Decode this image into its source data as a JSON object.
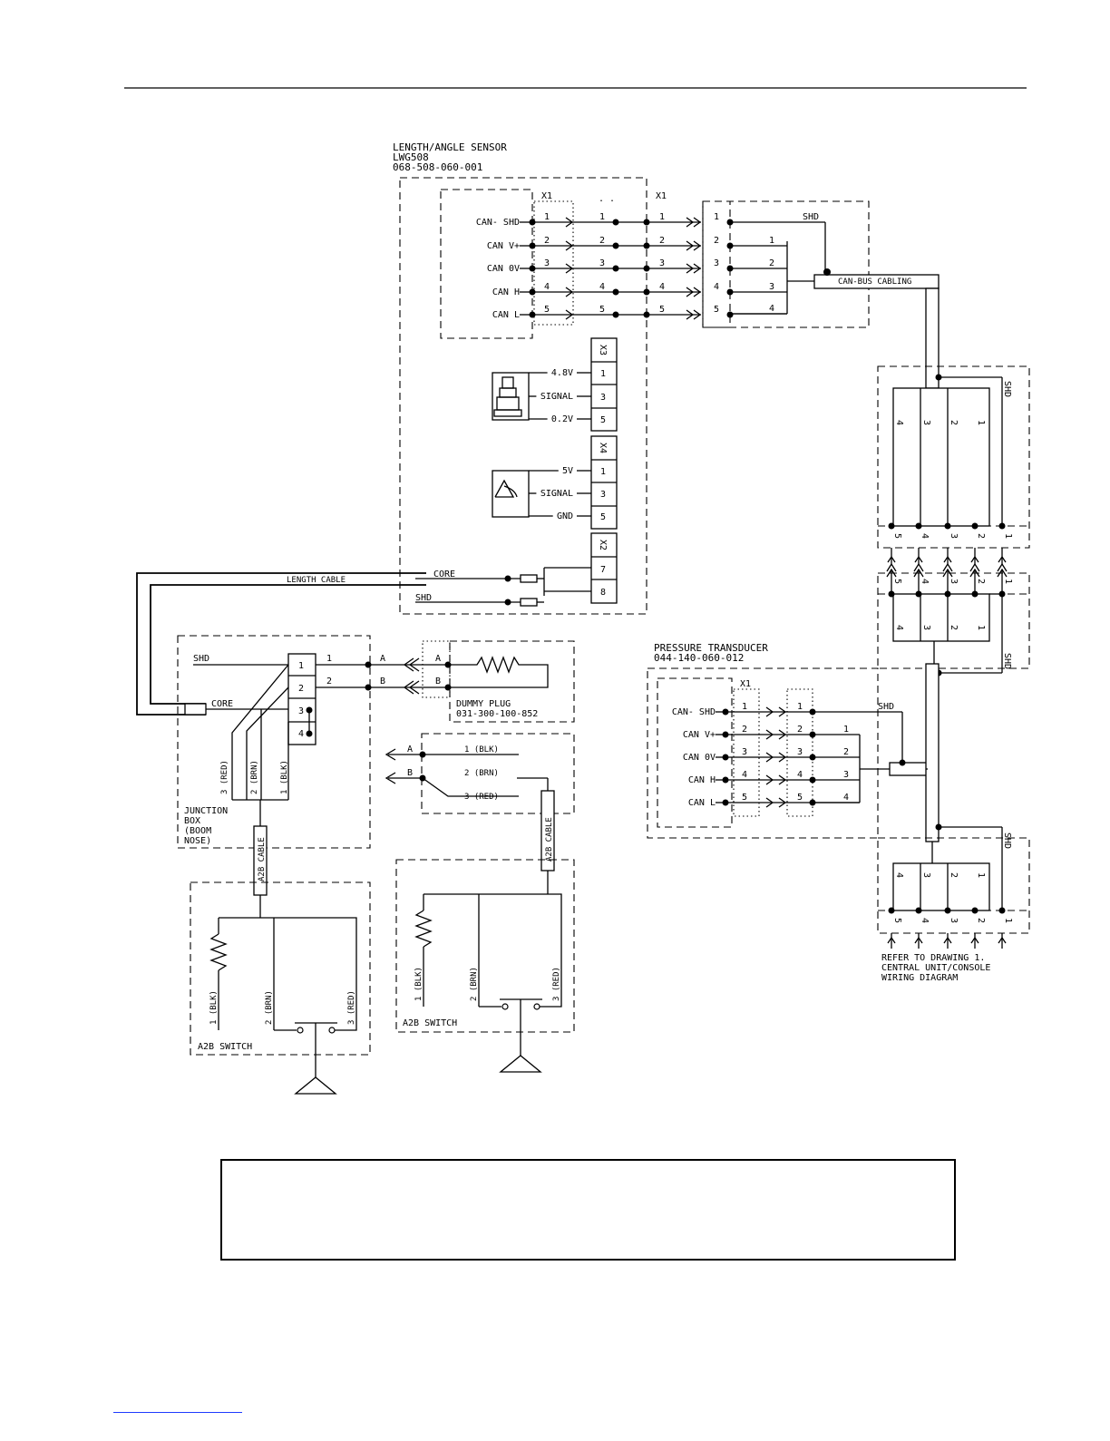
{
  "sensor": {
    "title": "LENGTH/ANGLE SENSOR",
    "model": "LWG508",
    "part": "068-508-060-001"
  },
  "x1": "X1",
  "can_labels": [
    "CAN- SHD",
    "CAN V+",
    "CAN 0V",
    "CAN H",
    "CAN L"
  ],
  "pins": [
    "1",
    "2",
    "3",
    "4",
    "5"
  ],
  "out_pins": [
    "1",
    "2",
    "3",
    "4"
  ],
  "shd": "SHD",
  "canbus_cabling": "CAN-BUS CABLING",
  "x3": {
    "header": "X3",
    "labels": [
      "4.8V",
      "SIGNAL",
      "0.2V"
    ],
    "pins": [
      "1",
      "3",
      "5"
    ]
  },
  "x4": {
    "header": "X4",
    "labels": [
      "5V",
      "SIGNAL",
      "GND"
    ],
    "pins": [
      "1",
      "3",
      "5"
    ]
  },
  "x2": {
    "header": "X2",
    "pins": [
      "7",
      "8"
    ],
    "core": "CORE",
    "shd": "SHD"
  },
  "length_cable": "LENGTH CABLE",
  "junction": {
    "shd": "SHD",
    "core": "CORE",
    "pins": [
      "1",
      "2",
      "3",
      "4"
    ],
    "wires": [
      "3 (RED)",
      "2 (BRN)",
      "1 (BLK)"
    ],
    "label": [
      "JUNCTION",
      "BOX",
      "(BOOM",
      "NOSE)"
    ],
    "line_nums": [
      "1",
      "2"
    ],
    "ab": [
      "A",
      "B"
    ]
  },
  "dummy_plug": {
    "ab": [
      "A",
      "B"
    ],
    "title": "DUMMY PLUG",
    "part": "031-300-100-852"
  },
  "a2b_connector": {
    "ab": [
      "A",
      "B"
    ],
    "wires": [
      "1 (BLK)",
      "2 (BRN)",
      "3 (RED)"
    ]
  },
  "a2b_cable": "A2B CABLE",
  "a2b_switch": {
    "label": "A2B SWITCH",
    "wires": [
      "1 (BLK)",
      "2 (BRN)",
      "3 (RED)"
    ]
  },
  "stack_pins_top": [
    "4",
    "3",
    "2",
    "1"
  ],
  "stack_pins_bottom": [
    "5",
    "4",
    "3",
    "2",
    "1"
  ],
  "pressure": {
    "title": "PRESSURE TRANSDUCER",
    "part": "044-140-060-012"
  },
  "refer": [
    "REFER TO DRAWING 1.",
    "CENTRAL UNIT/CONSOLE",
    "WIRING DIAGRAM"
  ]
}
